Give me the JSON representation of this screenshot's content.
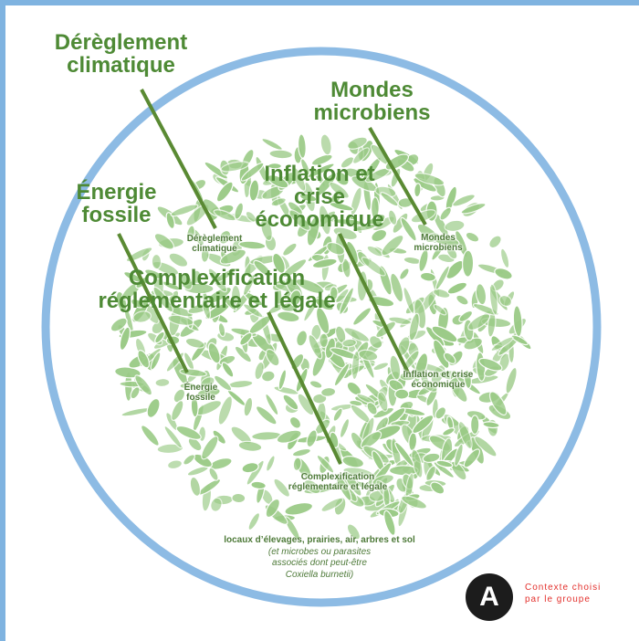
{
  "colors": {
    "frame": "#7fb3e0",
    "circle": "#8dbbe4",
    "microbes": "#9bcb87",
    "line": "#5a8a33",
    "text": "#4e8a35",
    "badge": "#1c1c1c",
    "badge_text": "#e3312d"
  },
  "labels": {
    "climate_big": "Dérèglement climatique",
    "microbial_big": "Mondes microbiens",
    "inflation_big": "Inflation et crise économique",
    "fossil_big": "Énergie fossile",
    "complex_big": "Complexification réglementaire et légale",
    "climate_small": "Dérèglement climatique",
    "microbial_small": "Mondes microbiens",
    "inflation_small": "Inflation et crise économique",
    "fossil_small": "Énergie fossile",
    "complex_small": "Complexification réglementaire et légale"
  },
  "caption": {
    "line1": "locaux d’élevages, prairies, air, arbres et sol",
    "line2": "(et microbes ou parasites",
    "line3": "associés dont peut-être",
    "line4": "Coxiella burnetii)"
  },
  "badge": {
    "letter": "A",
    "text_line1": "Contexte choisi",
    "text_line2": "par le groupe"
  }
}
